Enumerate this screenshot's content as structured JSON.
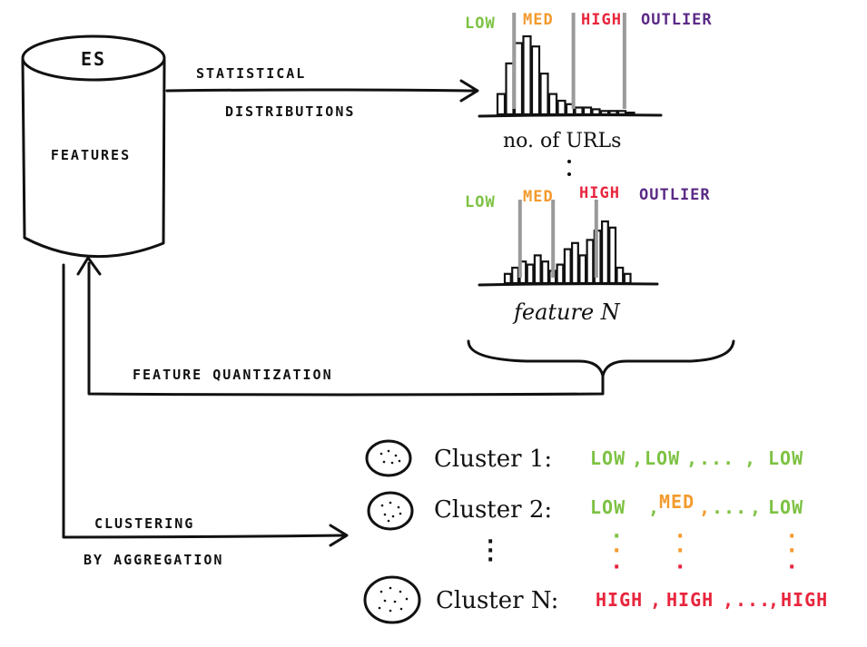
{
  "colors": {
    "ink": "#111111",
    "low": "#7dc243",
    "med": "#f39a2d",
    "high": "#e8253c",
    "outlier": "#5b2a86",
    "threshold": "#9a9a9a"
  },
  "database": {
    "label": "ES",
    "body": "FEATURES"
  },
  "arrows": {
    "stat_line1": "STATISTICAL",
    "stat_line2": "DISTRIBUTIONS",
    "quantization": "FEATURE QUANTIZATION",
    "cluster_line1": "CLUSTERING",
    "cluster_line2": "BY AGGREGATION"
  },
  "histograms": [
    {
      "levels": [
        "LOW",
        "MED",
        "HIGH",
        "OUTLIER"
      ],
      "xlabel": "no. of URLs",
      "bars": [
        12,
        30,
        42,
        46,
        40,
        24,
        12,
        8,
        6,
        4,
        4,
        3,
        2,
        2,
        2,
        1
      ],
      "thresholds": [
        0.12,
        0.55,
        0.92
      ]
    },
    {
      "levels": [
        "LOW",
        "MED",
        "HIGH",
        "OUTLIER"
      ],
      "xlabel": "feature N",
      "bars": [
        6,
        10,
        14,
        12,
        18,
        14,
        8,
        12,
        22,
        26,
        18,
        28,
        34,
        40,
        36,
        10,
        6
      ],
      "thresholds": [
        0.12,
        0.38,
        0.72
      ]
    }
  ],
  "clusters": [
    {
      "label": "Cluster 1:",
      "values": [
        {
          "text": "LOW",
          "level": "low"
        },
        {
          "text": "LOW",
          "level": "low"
        },
        {
          "text": "...",
          "level": "low"
        },
        {
          "text": "LOW",
          "level": "low"
        }
      ]
    },
    {
      "label": "Cluster 2:",
      "values": [
        {
          "text": "LOW",
          "level": "low"
        },
        {
          "text": "MED",
          "level": "med"
        },
        {
          "text": "...",
          "level": "low"
        },
        {
          "text": "LOW",
          "level": "low"
        }
      ]
    },
    {
      "label": "Cluster N:",
      "values": [
        {
          "text": "HIGH",
          "level": "high"
        },
        {
          "text": "HIGH",
          "level": "high"
        },
        {
          "text": "...",
          "level": "high"
        },
        {
          "text": "HIGH",
          "level": "high"
        }
      ]
    }
  ]
}
